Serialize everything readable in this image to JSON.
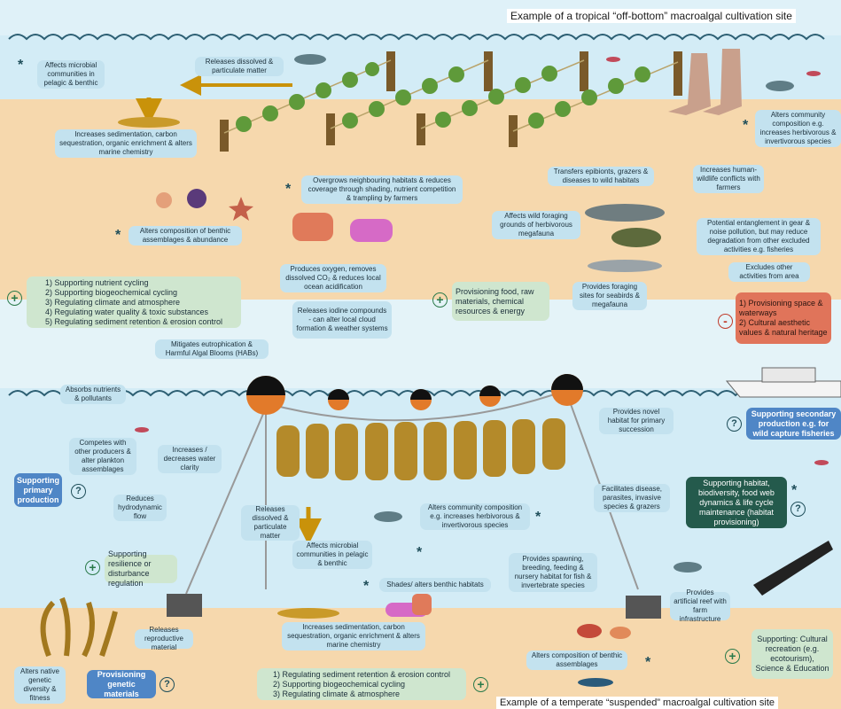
{
  "titles": {
    "top": "Example of a tropical “off-bottom” macroalgal cultivation site",
    "bottom": "Example of a temperate “suspended” macroalgal cultivation site"
  },
  "colors": {
    "sky": "#dff1f8",
    "water": "#d3ecf6",
    "sand": "#f6d8ad",
    "box_light": "#c3e2ef",
    "box_green": "#cfe6cf",
    "box_darkblue": "#4f86c6",
    "box_darkgreen": "#245a4c",
    "box_red": "#e0745a"
  },
  "symbols": {
    "star": "*",
    "plus": "+",
    "minus": "-",
    "question": "?"
  },
  "top": {
    "microbial": "Affects microbial communities in pelagic & benthic",
    "releases": "Releases dissolved & particulate matter",
    "sedimentation": "Increases sedimentation, carbon sequestration, organic enrichment & alters marine chemistry",
    "overgrows": "Overgrows neighbouring habitats & reduces coverage through shading, nutrient competition & trampling by farmers",
    "benthic": "Alters composition of benthic assemblages & abundance",
    "transfers": "Transfers epibionts, grazers & diseases to wild habitats",
    "foraging": "Affects wild foraging grounds of herbivorous megafauna",
    "community": "Alters community composition e.g. increases herbivorous & invertivorous species",
    "human_wildlife": "Increases human-wildlife conflicts with farmers",
    "entanglement": "Potential entanglement in gear & noise pollution, but may reduce degradation from other excluded activities e.g. fisheries",
    "excludes": "Excludes other activities from area",
    "oxygen": "Produces oxygen, removes dissolved CO₂ & reduces local ocean acidification",
    "iodine": "Releases iodine compounds - can alter local cloud formation & weather systems",
    "seabirds": "Provides foraging sites for seabirds & megafauna",
    "provisioning_food": "Provisioning food, raw materials, chemical resources & energy",
    "services": [
      "1)  Supporting nutrient cycling",
      "2)  Supporting biogeochemical cycling",
      "3)  Regulating climate and atmosphere",
      "4)  Regulating water quality & toxic substances",
      "5)  Regulating sediment retention & erosion control"
    ],
    "disservices": [
      "1)  Provisioning space & waterways",
      "2)  Cultural aesthetic values & natural heritage"
    ]
  },
  "bottom": {
    "mitigates": "Mitigates eutrophication & Harmful Algal Blooms (HABs)",
    "absorbs": "Absorbs nutrients & pollutants",
    "competes": "Competes with other producers & alter plankton assemblages",
    "clarity": "Increases / decreases water clarity",
    "primary": "Supporting primary production",
    "hydrodynamic": "Reduces hydrodynamic flow",
    "releases": "Releases dissolved & particulate matter",
    "microbial": "Affects microbial communities in pelagic & benthic",
    "community": "Alters community composition e.g. increases herbivorous & invertivorous species",
    "novel_habitat": "Provides novel habitat for primary succession",
    "facilitates": "Facilitates disease, parasites, invasive species & grazers",
    "habitat_provisioning": "Supporting habitat, biodiversity, food web dynamics & life cycle maintenance (habitat provisioning)",
    "secondary": "Supporting secondary production e.g. for wild capture fisheries",
    "resilience": "Supporting resilience or disturbance regulation",
    "shades": "Shades/ alters benthic habitats",
    "spawning": "Provides spawning, breeding, feeding & nursery habitat for fish & invertebrate species",
    "artificial_reef": "Provides artificial reef with farm infrastructure",
    "sedimentation": "Increases sedimentation, carbon sequestration, organic enrichment & alters marine chemistry",
    "reproductive": "Releases reproductive material",
    "genetic": "Alters native genetic diversity & fitness",
    "provisioning_genetic": "Provisioning genetic materials",
    "benthic": "Alters composition of benthic assemblages",
    "cultural": "Supporting: Cultural recreation (e.g. ecotourism), Science & Education",
    "services": [
      "1)  Regulating sediment retention & erosion control",
      "2)  Supporting biogeochemical cycling",
      "3)  Regulating climate & atmosphere"
    ]
  }
}
